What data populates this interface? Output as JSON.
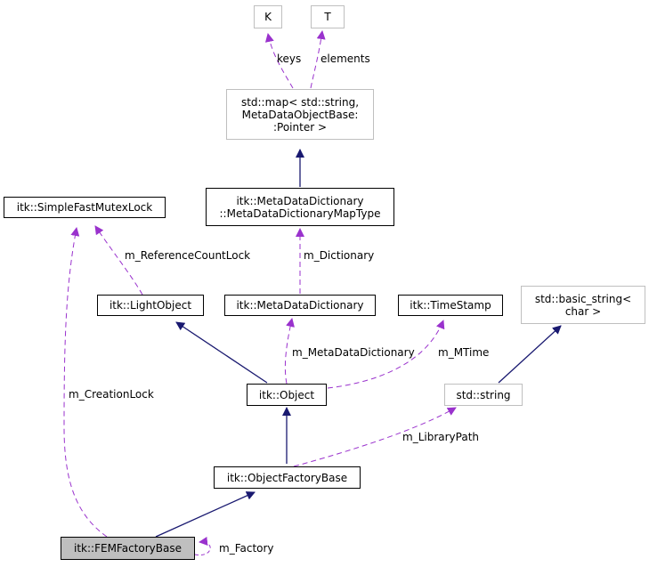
{
  "colors": {
    "inheritance": "#191970",
    "usage": "#9a32cd",
    "external_border": "#bfbfbf",
    "current_fill": "#bfbfbf"
  },
  "nodes": {
    "K": "K",
    "T": "T",
    "std_map": [
      "std::map< std::string,",
      "MetaDataObjectBase:",
      ":Pointer >"
    ],
    "dict_map_type": [
      "itk::MetaDataDictionary",
      "::MetaDataDictionaryMapType"
    ],
    "mutex_lock": "itk::SimpleFastMutexLock",
    "light_object": "itk::LightObject",
    "meta_data_dictionary": "itk::MetaDataDictionary",
    "time_stamp": "itk::TimeStamp",
    "basic_string": [
      "std::basic_string<",
      "char >"
    ],
    "object": "itk::Object",
    "std_string": "std::string",
    "object_factory_base": "itk::ObjectFactoryBase",
    "fem_factory_base": "itk::FEMFactoryBase"
  },
  "edge_labels": {
    "keys": "keys",
    "elements": "elements",
    "reference_count_lock": "m_ReferenceCountLock",
    "dictionary": "m_Dictionary",
    "meta_data_dictionary": "m_MetaDataDictionary",
    "mtime": "m_MTime",
    "creation_lock": "m_CreationLock",
    "library_path": "m_LibraryPath",
    "factory": "m_Factory"
  }
}
